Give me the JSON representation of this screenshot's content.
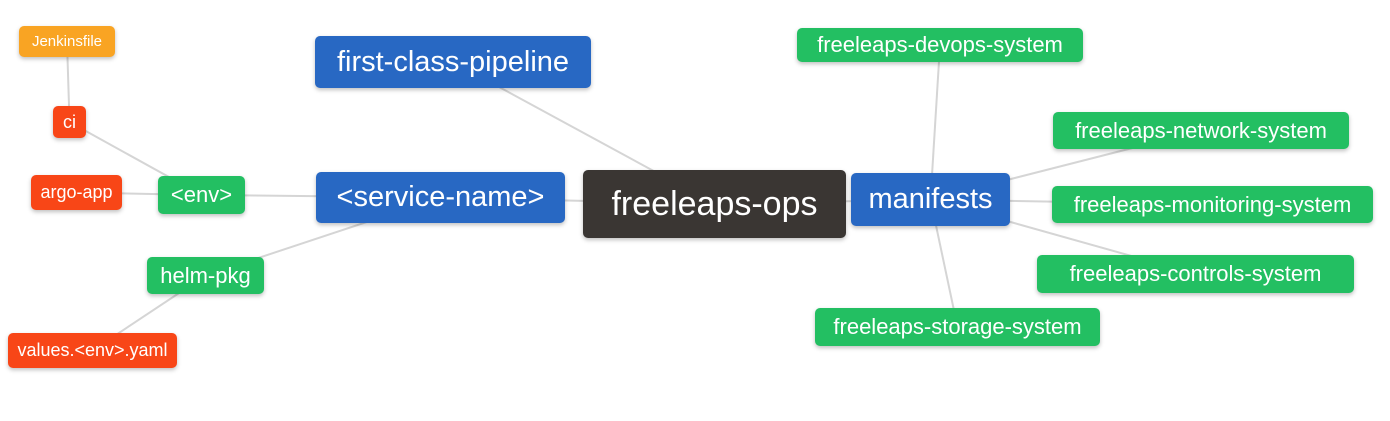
{
  "diagram": {
    "type": "mindmap",
    "background_color": "#ffffff",
    "edge_color": "#d5d5d5",
    "text_color": "#ffffff",
    "palette": {
      "blue": "#2868c3",
      "green": "#23bf62",
      "red": "#f84617",
      "orange": "#f9a423",
      "dark": "#3a3633"
    },
    "nodes": {
      "freeleaps_ops": {
        "label": "freeleaps-ops",
        "color": "dark"
      },
      "first_class_pipeline": {
        "label": "first-class-pipeline",
        "color": "blue"
      },
      "service_name": {
        "label": "<service-name>",
        "color": "blue"
      },
      "manifests": {
        "label": "manifests",
        "color": "blue"
      },
      "env": {
        "label": "<env>",
        "color": "green"
      },
      "helm_pkg": {
        "label": "helm-pkg",
        "color": "green"
      },
      "ci": {
        "label": "ci",
        "color": "red"
      },
      "argo_app": {
        "label": "argo-app",
        "color": "red"
      },
      "values_env_yaml": {
        "label": "values.<env>.yaml",
        "color": "red"
      },
      "jenkinsfile": {
        "label": "Jenkinsfile",
        "color": "orange"
      },
      "devops_system": {
        "label": "freeleaps-devops-system",
        "color": "green"
      },
      "network_system": {
        "label": "freeleaps-network-system",
        "color": "green"
      },
      "monitoring_system": {
        "label": "freeleaps-monitoring-system",
        "color": "green"
      },
      "controls_system": {
        "label": "freeleaps-controls-system",
        "color": "green"
      },
      "storage_system": {
        "label": "freeleaps-storage-system",
        "color": "green"
      }
    },
    "edges": [
      {
        "from": "jenkinsfile",
        "to": "ci"
      },
      {
        "from": "ci",
        "to": "env"
      },
      {
        "from": "argo_app",
        "to": "env"
      },
      {
        "from": "env",
        "to": "service_name"
      },
      {
        "from": "helm_pkg",
        "to": "service_name"
      },
      {
        "from": "values_env_yaml",
        "to": "helm_pkg"
      },
      {
        "from": "first_class_pipeline",
        "to": "freeleaps_ops"
      },
      {
        "from": "service_name",
        "to": "freeleaps_ops"
      },
      {
        "from": "freeleaps_ops",
        "to": "manifests"
      },
      {
        "from": "manifests",
        "to": "devops_system"
      },
      {
        "from": "manifests",
        "to": "network_system"
      },
      {
        "from": "manifests",
        "to": "monitoring_system"
      },
      {
        "from": "manifests",
        "to": "controls_system"
      },
      {
        "from": "manifests",
        "to": "storage_system"
      }
    ]
  }
}
